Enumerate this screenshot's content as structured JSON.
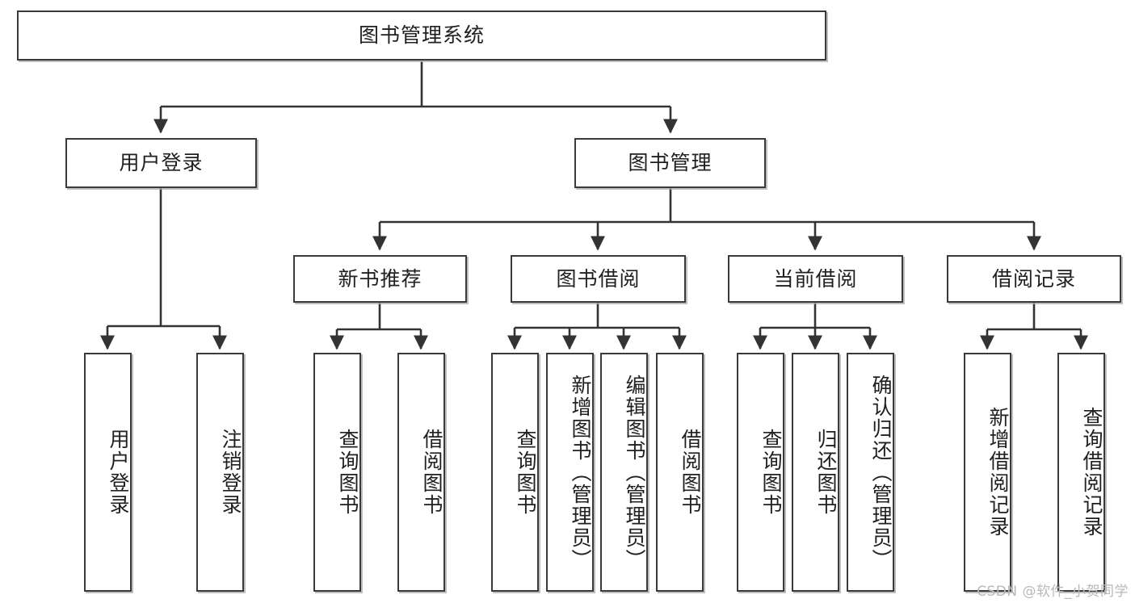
{
  "diagram": {
    "type": "tree",
    "title": "图书管理系统",
    "orientation": "top-down",
    "colors": {
      "node_border": "#3a3a3a",
      "node_fill": "#ffffff",
      "edge": "#333333",
      "text": "#202020",
      "watermark": "#b9b9b9"
    },
    "nodes": {
      "root": {
        "label": "图书管理系统",
        "level": 1,
        "orientation": "horizontal"
      },
      "user_login": {
        "label": "用户登录",
        "level": 2,
        "orientation": "horizontal"
      },
      "book_mgmt": {
        "label": "图书管理",
        "level": 2,
        "orientation": "horizontal"
      },
      "new_book_rec": {
        "label": "新书推荐",
        "level": 3,
        "orientation": "horizontal"
      },
      "book_borrow": {
        "label": "图书借阅",
        "level": 3,
        "orientation": "horizontal"
      },
      "current_borrow": {
        "label": "当前借阅",
        "level": 3,
        "orientation": "horizontal"
      },
      "borrow_record": {
        "label": "借阅记录",
        "level": 3,
        "orientation": "horizontal"
      },
      "leaf_user_login": {
        "label": "用户登录",
        "level": 4,
        "orientation": "vertical"
      },
      "leaf_logout": {
        "label": "注销登录",
        "level": 4,
        "orientation": "vertical"
      },
      "leaf_query_book_1": {
        "label": "查询图书",
        "level": 4,
        "orientation": "vertical"
      },
      "leaf_borrow_book_1": {
        "label": "借阅图书",
        "level": 4,
        "orientation": "vertical"
      },
      "leaf_query_book_2": {
        "label": "查询图书",
        "level": 4,
        "orientation": "vertical"
      },
      "leaf_add_book": {
        "label": "新增图书（管理员）",
        "level": 4,
        "orientation": "vertical"
      },
      "leaf_edit_book": {
        "label": "编辑图书（管理员）",
        "level": 4,
        "orientation": "vertical"
      },
      "leaf_borrow_book_2": {
        "label": "借阅图书",
        "level": 4,
        "orientation": "vertical"
      },
      "leaf_query_book_3": {
        "label": "查询图书",
        "level": 4,
        "orientation": "vertical"
      },
      "leaf_return_book": {
        "label": "归还图书",
        "level": 4,
        "orientation": "vertical"
      },
      "leaf_confirm_return": {
        "label": "确认归还（管理员）",
        "level": 4,
        "orientation": "vertical"
      },
      "leaf_add_record": {
        "label": "新增借阅记录",
        "level": 4,
        "orientation": "vertical"
      },
      "leaf_query_record": {
        "label": "查询借阅记录",
        "level": 4,
        "orientation": "vertical"
      }
    },
    "edges": [
      {
        "from": "root",
        "to": "user_login"
      },
      {
        "from": "root",
        "to": "book_mgmt"
      },
      {
        "from": "user_login",
        "to": "leaf_user_login"
      },
      {
        "from": "user_login",
        "to": "leaf_logout"
      },
      {
        "from": "book_mgmt",
        "to": "new_book_rec"
      },
      {
        "from": "book_mgmt",
        "to": "book_borrow"
      },
      {
        "from": "book_mgmt",
        "to": "current_borrow"
      },
      {
        "from": "book_mgmt",
        "to": "borrow_record"
      },
      {
        "from": "new_book_rec",
        "to": "leaf_query_book_1"
      },
      {
        "from": "new_book_rec",
        "to": "leaf_borrow_book_1"
      },
      {
        "from": "book_borrow",
        "to": "leaf_query_book_2"
      },
      {
        "from": "book_borrow",
        "to": "leaf_add_book"
      },
      {
        "from": "book_borrow",
        "to": "leaf_edit_book"
      },
      {
        "from": "book_borrow",
        "to": "leaf_borrow_book_2"
      },
      {
        "from": "current_borrow",
        "to": "leaf_query_book_3"
      },
      {
        "from": "current_borrow",
        "to": "leaf_return_book"
      },
      {
        "from": "current_borrow",
        "to": "leaf_confirm_return"
      },
      {
        "from": "borrow_record",
        "to": "leaf_add_record"
      },
      {
        "from": "borrow_record",
        "to": "leaf_query_record"
      }
    ]
  },
  "watermark": {
    "text": "CSDN @软件_小贺同学"
  }
}
